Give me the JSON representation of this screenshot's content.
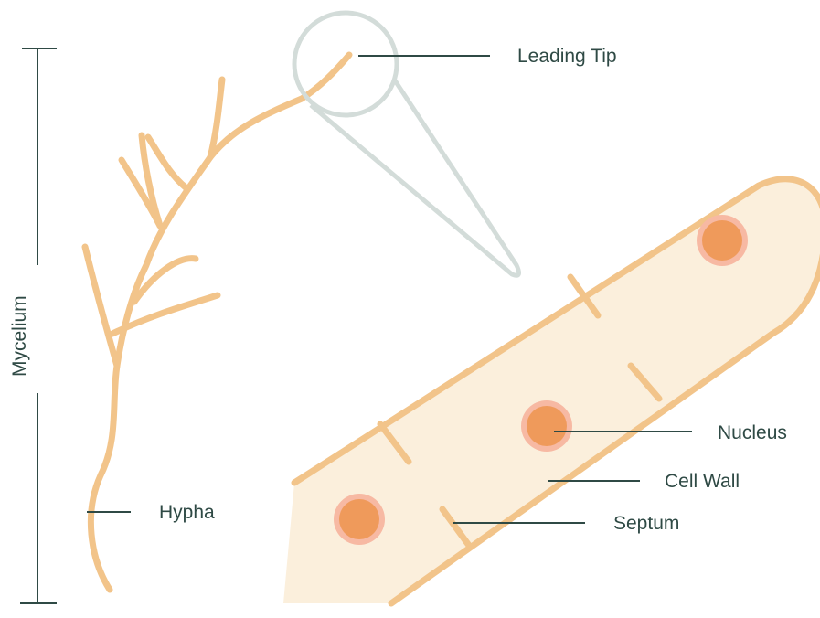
{
  "labels": {
    "mycelium": "Mycelium",
    "leading_tip": "Leading Tip",
    "hypha": "Hypha",
    "nucleus": "Nucleus",
    "cell_wall": "Cell Wall",
    "septum": "Septum"
  },
  "colors": {
    "hypha_stroke": "#f2c48a",
    "cell_fill": "#fbefdc",
    "nucleus_fill": "#ef9a5b",
    "nucleus_ring": "#f7b9a3",
    "magnifier": "#d3dcd9",
    "leader_line": "#2f4a45"
  }
}
